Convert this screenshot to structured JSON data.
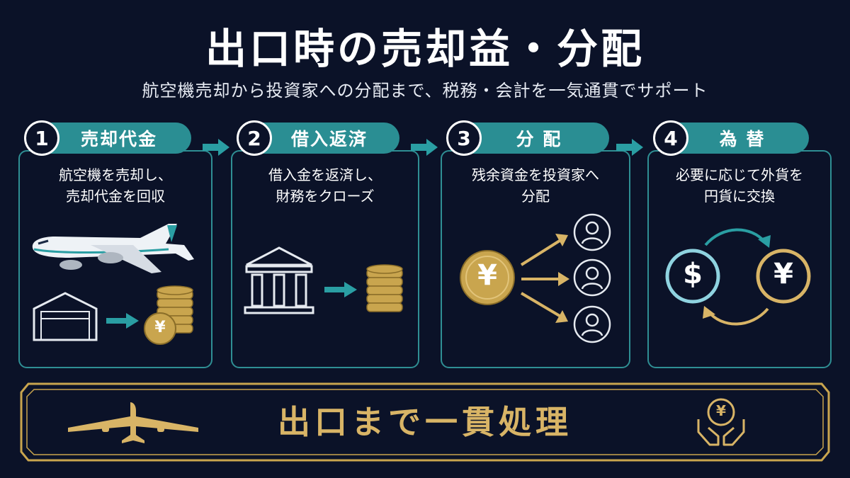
{
  "title": "出口時の売却益・分配",
  "subtitle": "航空機売却から投資家への分配まで、税務・会計を一気通貫でサポート",
  "steps": [
    {
      "num": "1",
      "label": "売却代金",
      "desc_line1": "航空機を売却し、",
      "desc_line2": "売却代金を回収"
    },
    {
      "num": "2",
      "label": "借入返済",
      "desc_line1": "借入金を返済し、",
      "desc_line2": "財務をクローズ"
    },
    {
      "num": "3",
      "label": "分 配",
      "desc_line1": "残余資金を投資家へ",
      "desc_line2": "分配"
    },
    {
      "num": "4",
      "label": "為 替",
      "desc_line1": "必要に応じて外貨を",
      "desc_line2": "円貨に交換"
    }
  ],
  "symbols": {
    "yen": "¥",
    "dollar": "$"
  },
  "banner": {
    "text": "出口まで一貫処理"
  },
  "colors": {
    "teal": "#2a8e93",
    "gold": "#d8b466",
    "background": "#0b1228"
  }
}
